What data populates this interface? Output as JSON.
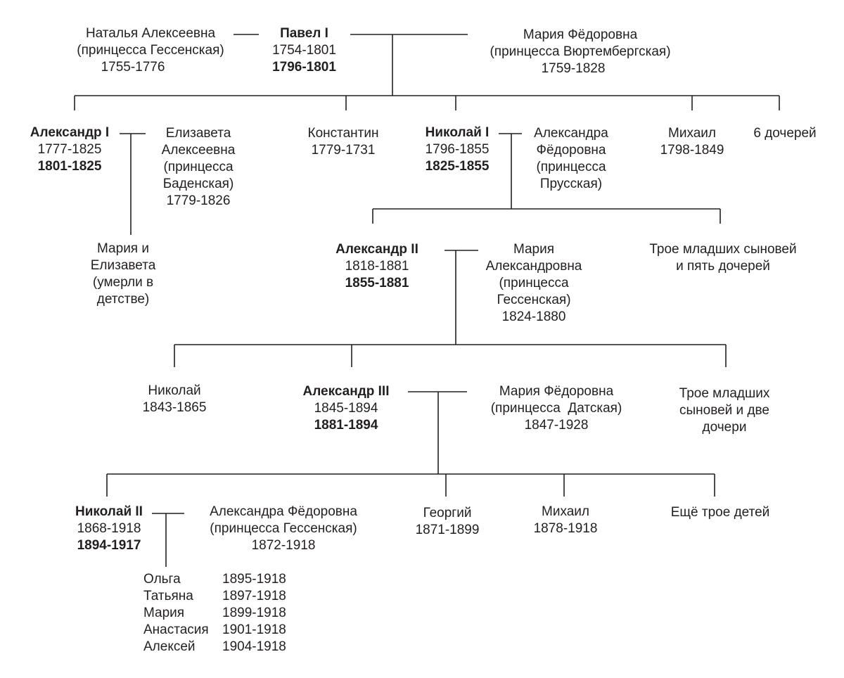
{
  "tree": {
    "pavel": {
      "name": "Павел I",
      "life": "1754-1801",
      "reign": "1796-1801"
    },
    "natalya": {
      "lines": [
        "Наталья Алексеевна",
        "(принцесса Гессенская)",
        "1755-1776"
      ]
    },
    "maria_f_wurt": {
      "lines": [
        "Мария Фёдоровна",
        "(принцесса Вюртембергская)",
        "1759-1828"
      ]
    },
    "alexander1": {
      "name": "Александр I",
      "life": "1777-1825",
      "reign": "1801-1825"
    },
    "elizaveta": {
      "lines": [
        "Елизавета",
        "Алексеевна",
        "(принцесса",
        "Баденская)",
        "1779-1826"
      ]
    },
    "konstantin": {
      "lines": [
        "Константин",
        "1779-1731"
      ]
    },
    "nikolai1": {
      "name": "Николай I",
      "life": "1796-1855",
      "reign": "1825-1855"
    },
    "alexandra_prus": {
      "lines": [
        "Александра",
        "Фёдоровна",
        "(принцесса",
        "Прусская)"
      ]
    },
    "mikhail_1798": {
      "lines": [
        "Михаил",
        "1798-1849"
      ]
    },
    "six_daughters": {
      "lines": [
        "6 дочерей"
      ]
    },
    "maria_elizaveta": {
      "lines": [
        "Мария и",
        "Елизавета",
        "(умерли в",
        "детстве)"
      ]
    },
    "alexander2": {
      "name": "Александр II",
      "life": "1818-1881",
      "reign": "1855-1881"
    },
    "maria_alex": {
      "lines": [
        "Мария",
        "Александровна",
        "(принцесса",
        "Гессенская)",
        "1824-1880"
      ]
    },
    "three_sons_five_daughters": {
      "lines": [
        "Трое младших сыновей",
        "и пять дочерей"
      ]
    },
    "nikolai_1843": {
      "lines": [
        "Николай",
        "1843-1865"
      ]
    },
    "alexander3": {
      "name": "Александр III",
      "life": "1845-1894",
      "reign": "1881-1894"
    },
    "maria_f_dan": {
      "lines": [
        "Мария Фёдоровна",
        "(принцесса  Датская)",
        "1847-1928"
      ]
    },
    "three_sons_two_daughters": {
      "lines": [
        "Трое младших",
        "сыновей и две",
        "дочери"
      ]
    },
    "nikolai2": {
      "name": "Николай II",
      "life": "1868-1918",
      "reign": "1894-1917"
    },
    "alexandra_hess": {
      "lines": [
        "Александра Фёдоровна",
        "(принцесса Гессенская)",
        "1872-1918"
      ]
    },
    "georgiy": {
      "lines": [
        "Георгий",
        "1871-1899"
      ]
    },
    "mikhail_1878": {
      "lines": [
        "Михаил",
        "1878-1918"
      ]
    },
    "three_more": {
      "lines": [
        "Ещё трое детей"
      ]
    },
    "children_n2": [
      {
        "name": "Ольга",
        "years": "1895-1918"
      },
      {
        "name": "Татьяна",
        "years": "1897-1918"
      },
      {
        "name": "Мария",
        "years": "1899-1918"
      },
      {
        "name": "Анастасия",
        "years": "1901-1918"
      },
      {
        "name": "Алексей",
        "years": "1904-1918"
      }
    ]
  },
  "colors": {
    "text": "#231f20",
    "line": "#231f20",
    "background": "#ffffff"
  }
}
